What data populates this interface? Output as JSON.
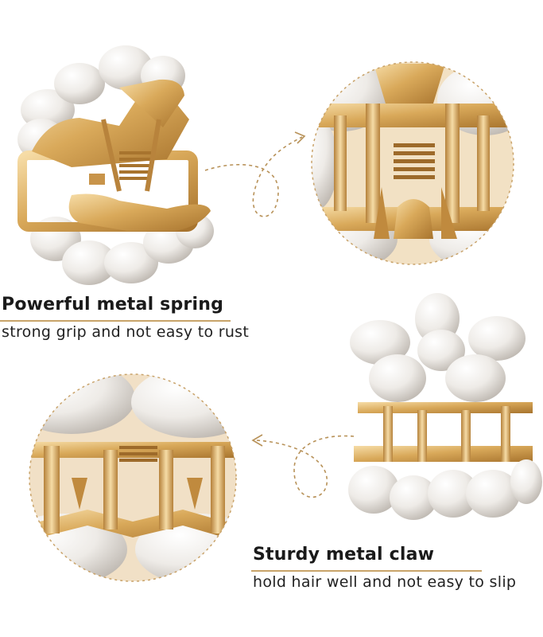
{
  "feature_spring": {
    "title": "Powerful metal spring",
    "subtitle": "strong grip and not easy to rust"
  },
  "feature_claw": {
    "title": "Sturdy metal claw",
    "subtitle": "hold hair well and not easy to slip"
  },
  "colors": {
    "gold": "#d9a95a",
    "gold_light": "#f4d9a2",
    "gold_dark": "#a8742e",
    "pearl": "#f3f1ee",
    "pearl_shadow": "#cfcac4",
    "dashed_line": "#b89259",
    "rule": "#c8a46a"
  }
}
